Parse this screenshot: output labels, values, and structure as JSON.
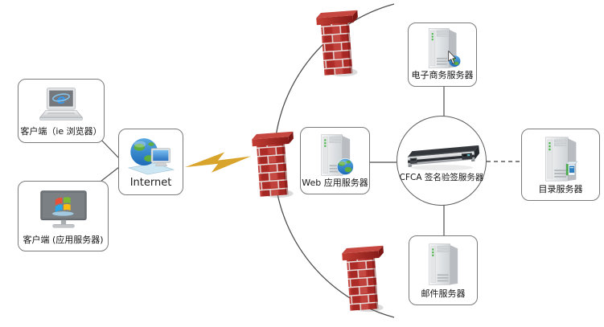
{
  "nodes": {
    "client_browser": {
      "label": "客户端（ie 浏览器）",
      "icon": "laptop-ie-icon"
    },
    "client_app": {
      "label": "客户端 (应用服务器)",
      "icon": "monitor-windows-icon"
    },
    "internet": {
      "label": "Internet",
      "icon": "globe-computer-icon"
    },
    "web_app_server": {
      "label": "Web 应用服务器",
      "icon": "tower-server-globe-icon"
    },
    "ecommerce_server": {
      "label": "电子商务服务器",
      "icon": "tower-server-cursor-icon"
    },
    "cfca_server": {
      "label": "CFCA 签名验签服务器",
      "icon": "rack-server-icon"
    },
    "directory_server": {
      "label": "目录服务器",
      "icon": "tower-server-directory-icon"
    },
    "mail_server": {
      "label": "邮件服务器",
      "icon": "tower-server-icon"
    }
  },
  "firewalls": {
    "count": 3,
    "icon": "firewall-icon"
  },
  "edges": [
    {
      "from": "client_browser",
      "to": "internet",
      "style": "solid"
    },
    {
      "from": "client_app",
      "to": "internet",
      "style": "solid"
    },
    {
      "from": "internet",
      "to": "firewall_middle",
      "style": "lightning-bolt"
    },
    {
      "from": "web_app_server",
      "to": "cfca_server",
      "style": "solid"
    },
    {
      "from": "ecommerce_server",
      "to": "cfca_server",
      "style": "solid"
    },
    {
      "from": "mail_server",
      "to": "cfca_server",
      "style": "solid"
    },
    {
      "from": "cfca_server",
      "to": "directory_server",
      "style": "dashed"
    },
    {
      "from": "firewall_top",
      "to": "firewall_bottom",
      "style": "boundary-arc"
    }
  ],
  "colors": {
    "line": "#4f4f4f",
    "box_border": "#7b7b7b",
    "firewall_red": "#b5302c",
    "firewall_cap": "#9e1f1e",
    "lightning_gold": "#d9a42c",
    "globe_blue": "#2e7fc2",
    "continent_green": "#5fae3d"
  }
}
